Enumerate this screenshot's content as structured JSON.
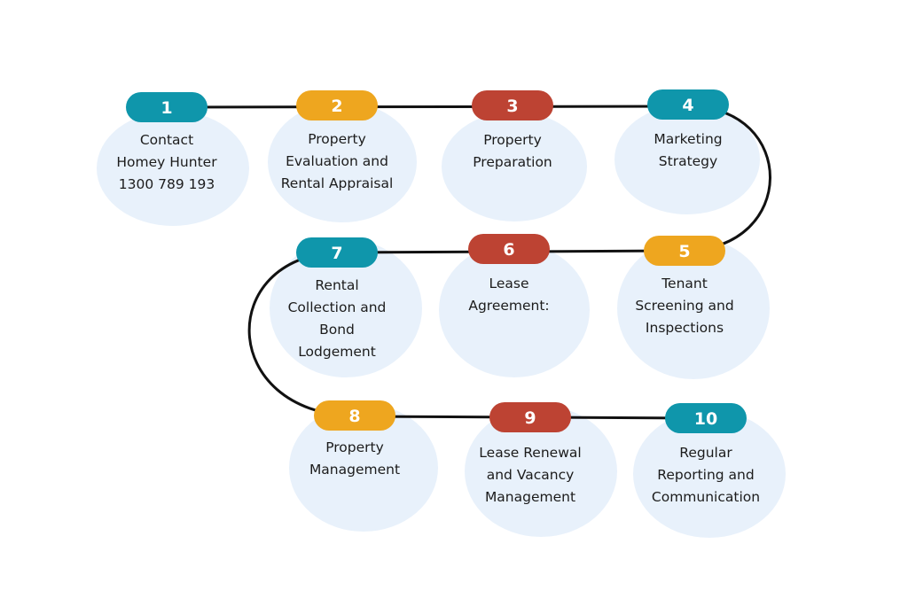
{
  "colors": {
    "teal": "#0f96ab",
    "orange": "#eea61f",
    "red": "#bd4333",
    "blob": "#e8f1fb",
    "line": "#111111"
  },
  "steps": [
    {
      "number": "1",
      "color": "teal",
      "lines": [
        "Contact",
        "Homey Hunter",
        "1300 789 193"
      ]
    },
    {
      "number": "2",
      "color": "orange",
      "lines": [
        "Property",
        "Evaluation and",
        "Rental Appraisal"
      ]
    },
    {
      "number": "3",
      "color": "red",
      "lines": [
        "Property",
        "Preparation"
      ]
    },
    {
      "number": "4",
      "color": "teal",
      "lines": [
        "Marketing",
        "Strategy"
      ]
    },
    {
      "number": "5",
      "color": "orange",
      "lines": [
        "Tenant",
        "Screening and",
        "Inspections"
      ]
    },
    {
      "number": "6",
      "color": "red",
      "lines": [
        "Lease",
        "Agreement:"
      ]
    },
    {
      "number": "7",
      "color": "teal",
      "lines": [
        "Rental",
        "Collection and",
        "Bond",
        "Lodgement"
      ]
    },
    {
      "number": "8",
      "color": "orange",
      "lines": [
        "Property",
        "Management"
      ]
    },
    {
      "number": "9",
      "color": "red",
      "lines": [
        "Lease Renewal",
        "and Vacancy",
        "Management"
      ]
    },
    {
      "number": "10",
      "color": "teal",
      "lines": [
        "Regular",
        "Reporting and",
        "Communication"
      ]
    }
  ]
}
